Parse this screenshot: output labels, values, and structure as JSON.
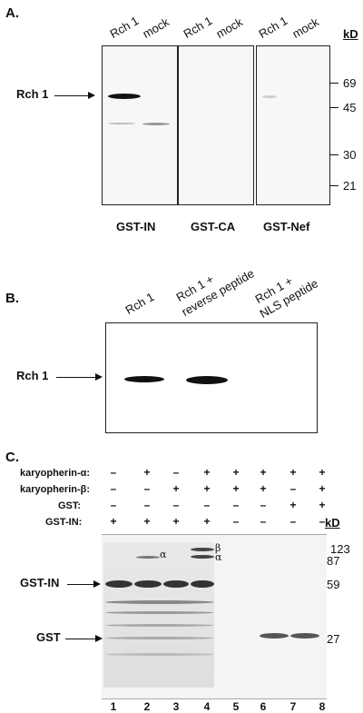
{
  "panelA": {
    "letter": "A.",
    "kd_label": "kD",
    "lane_labels": [
      "Rch 1",
      "mock",
      "Rch 1",
      "mock",
      "Rch 1",
      "mock"
    ],
    "markers": [
      "69",
      "45",
      "30",
      "21"
    ],
    "band_label": "Rch 1",
    "captions": [
      "GST-IN",
      "GST-CA",
      "GST-Nef"
    ]
  },
  "panelB": {
    "letter": "B.",
    "lane_labels": [
      "Rch 1",
      "Rch 1 +",
      "reverse peptide",
      "Rch 1 +",
      "NLS peptide"
    ],
    "band_label": "Rch 1"
  },
  "panelC": {
    "letter": "C.",
    "conditions": [
      {
        "label": "karyopherin-α:",
        "signs": [
          "–",
          "+",
          "–",
          "+",
          "+",
          "+",
          "+",
          "+"
        ]
      },
      {
        "label": "karyopherin-β:",
        "signs": [
          "–",
          "–",
          "+",
          "+",
          "+",
          "+",
          "–",
          "+"
        ]
      },
      {
        "label": "GST:",
        "signs": [
          "–",
          "–",
          "–",
          "–",
          "–",
          "–",
          "+",
          "+"
        ]
      },
      {
        "label": "GST-IN:",
        "signs": [
          "+",
          "+",
          "+",
          "+",
          "–",
          "–",
          "–",
          "–"
        ]
      }
    ],
    "kd_label": "kD",
    "markers": [
      "123",
      "87",
      "59",
      "27"
    ],
    "band_labels": [
      "GST-IN",
      "GST"
    ],
    "greek": {
      "alpha": "α",
      "beta": "β"
    },
    "lane_numbers": [
      "1",
      "2",
      "3",
      "4",
      "5",
      "6",
      "7",
      "8"
    ]
  }
}
